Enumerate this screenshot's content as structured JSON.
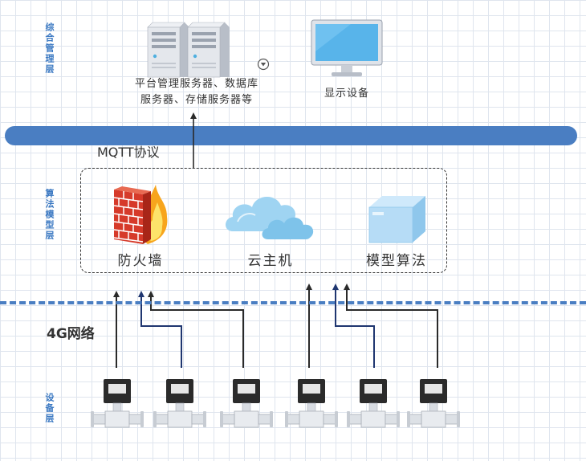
{
  "layers": {
    "management": "综合管理层",
    "algorithm": "算法模型层",
    "device": "设备层"
  },
  "servers": {
    "caption_line1": "平台管理服务器、数据库",
    "caption_line2": "服务器、存储服务器等"
  },
  "display": {
    "caption": "显示设备"
  },
  "protocol": {
    "mqtt": "MQTT协议",
    "network": "4G网络"
  },
  "algorithm_nodes": {
    "firewall": "防火墙",
    "cloud_host": "云主机",
    "model_algorithm": "模型算法"
  },
  "colors": {
    "bus": "#4a7ec2",
    "layer_label": "#3a78c2",
    "wire_dark": "#2a2a2a",
    "wire_navy": "#1f3670"
  },
  "icons": [
    "server-icon",
    "monitor-icon",
    "firewall-icon",
    "cloud-icon",
    "model-box-icon",
    "flowmeter-icon"
  ]
}
